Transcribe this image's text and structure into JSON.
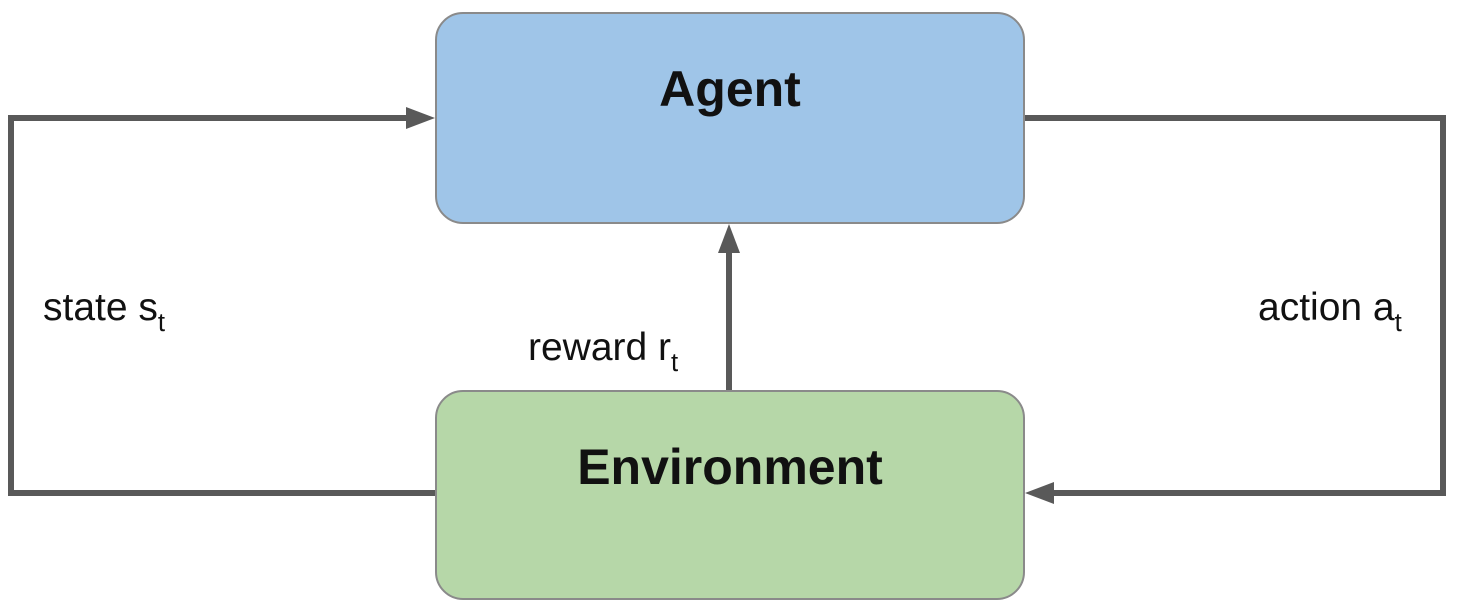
{
  "colors": {
    "background": "#ffffff",
    "agent-fill": "#9fc5e8",
    "env-fill": "#b6d7a8",
    "node-border": "#8a8a8a",
    "arrow": "#595959",
    "text": "#111111"
  },
  "nodes": {
    "agent": {
      "label": "Agent"
    },
    "environment": {
      "label": "Environment"
    }
  },
  "edges": {
    "state": {
      "text": "state s",
      "subscript": "t",
      "direction": "environment-to-agent"
    },
    "reward": {
      "text": "reward r",
      "subscript": "t",
      "direction": "environment-to-agent"
    },
    "action": {
      "text": "action a",
      "subscript": "t",
      "direction": "agent-to-environment"
    }
  }
}
